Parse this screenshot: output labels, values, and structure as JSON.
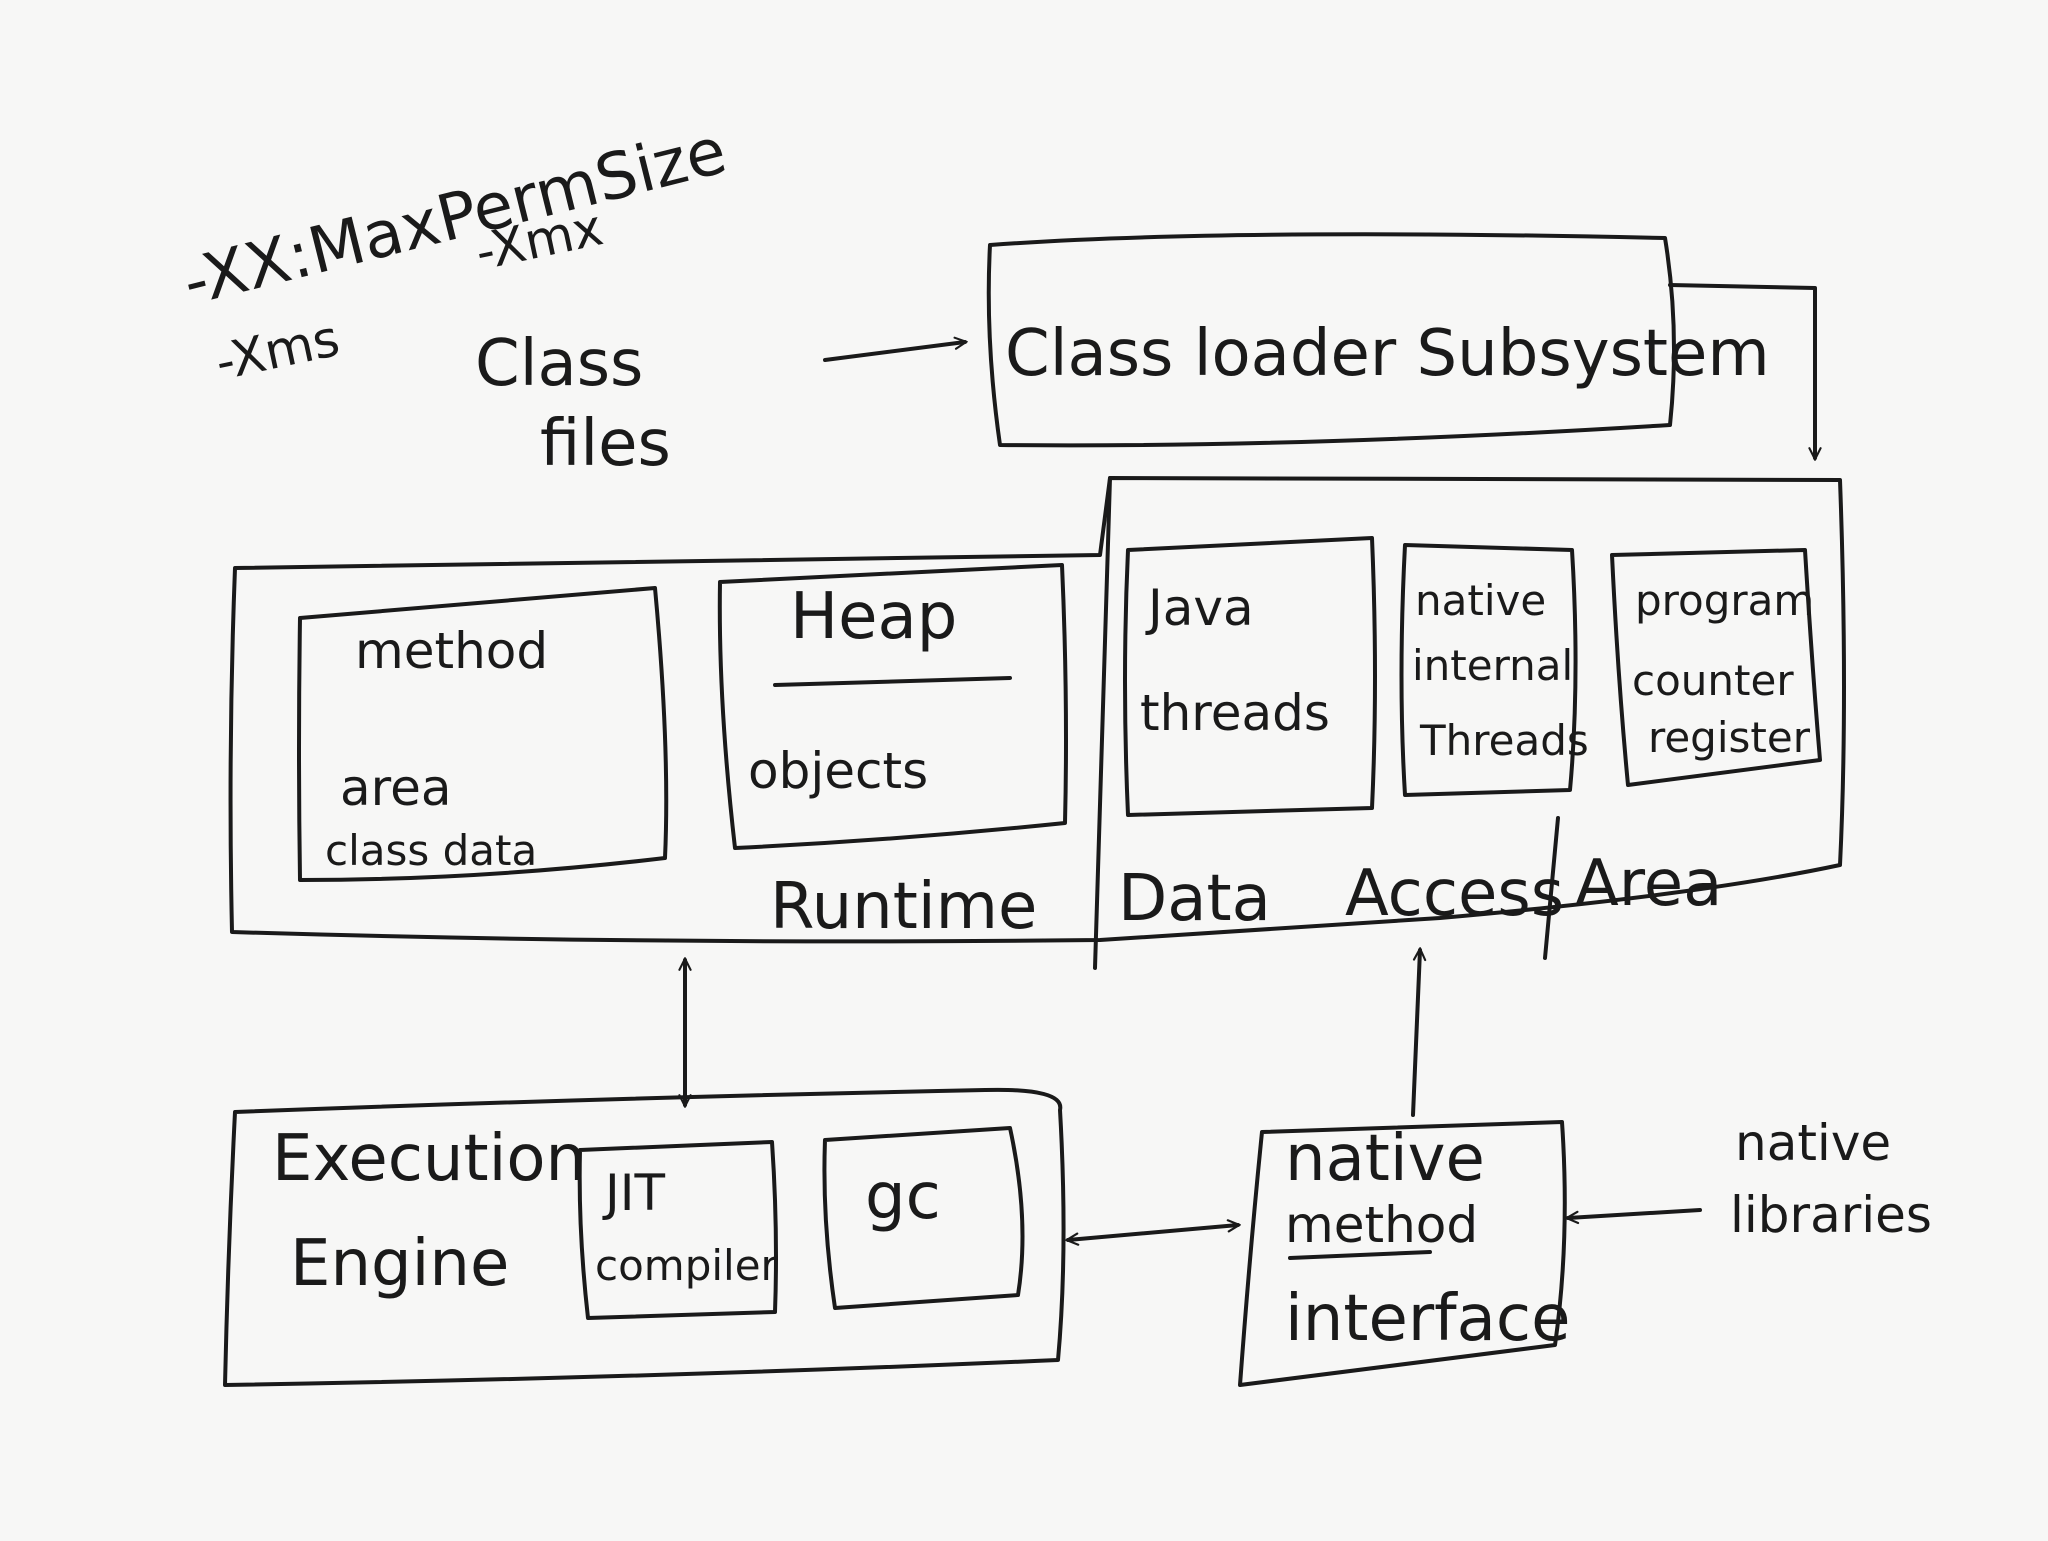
{
  "jvm_options": {
    "max_perm_size": "-XX:MaxPermSize",
    "xmx": "-Xmx",
    "xms": "-Xms"
  },
  "class_files": {
    "line1": "Class",
    "line2": "files"
  },
  "class_loader": {
    "label": "Class loader Subsystem"
  },
  "runtime_data_area": {
    "method_area": {
      "line1": "method",
      "line2": "area",
      "line3": "class data"
    },
    "heap": {
      "title": "Heap",
      "content": "objects"
    },
    "java_threads": {
      "line1": "Java",
      "line2": "threads"
    },
    "native_internal_threads": {
      "line1": "native",
      "line2": "internal",
      "line3": "Threads"
    },
    "program_counter": {
      "line1": "program",
      "line2": "counter",
      "line3": "register"
    },
    "caption": {
      "word1": "Runtime",
      "word2": "Data",
      "word3": "Access",
      "word4": "Area"
    }
  },
  "execution_engine": {
    "line1": "Execution",
    "line2": "Engine",
    "jit": {
      "line1": "JIT",
      "line2": "compiler"
    },
    "gc": "gc"
  },
  "native_method_interface": {
    "line1": "native",
    "line2": "method",
    "line3": "interface"
  },
  "native_libraries": {
    "line1": "native",
    "line2": "libraries"
  }
}
